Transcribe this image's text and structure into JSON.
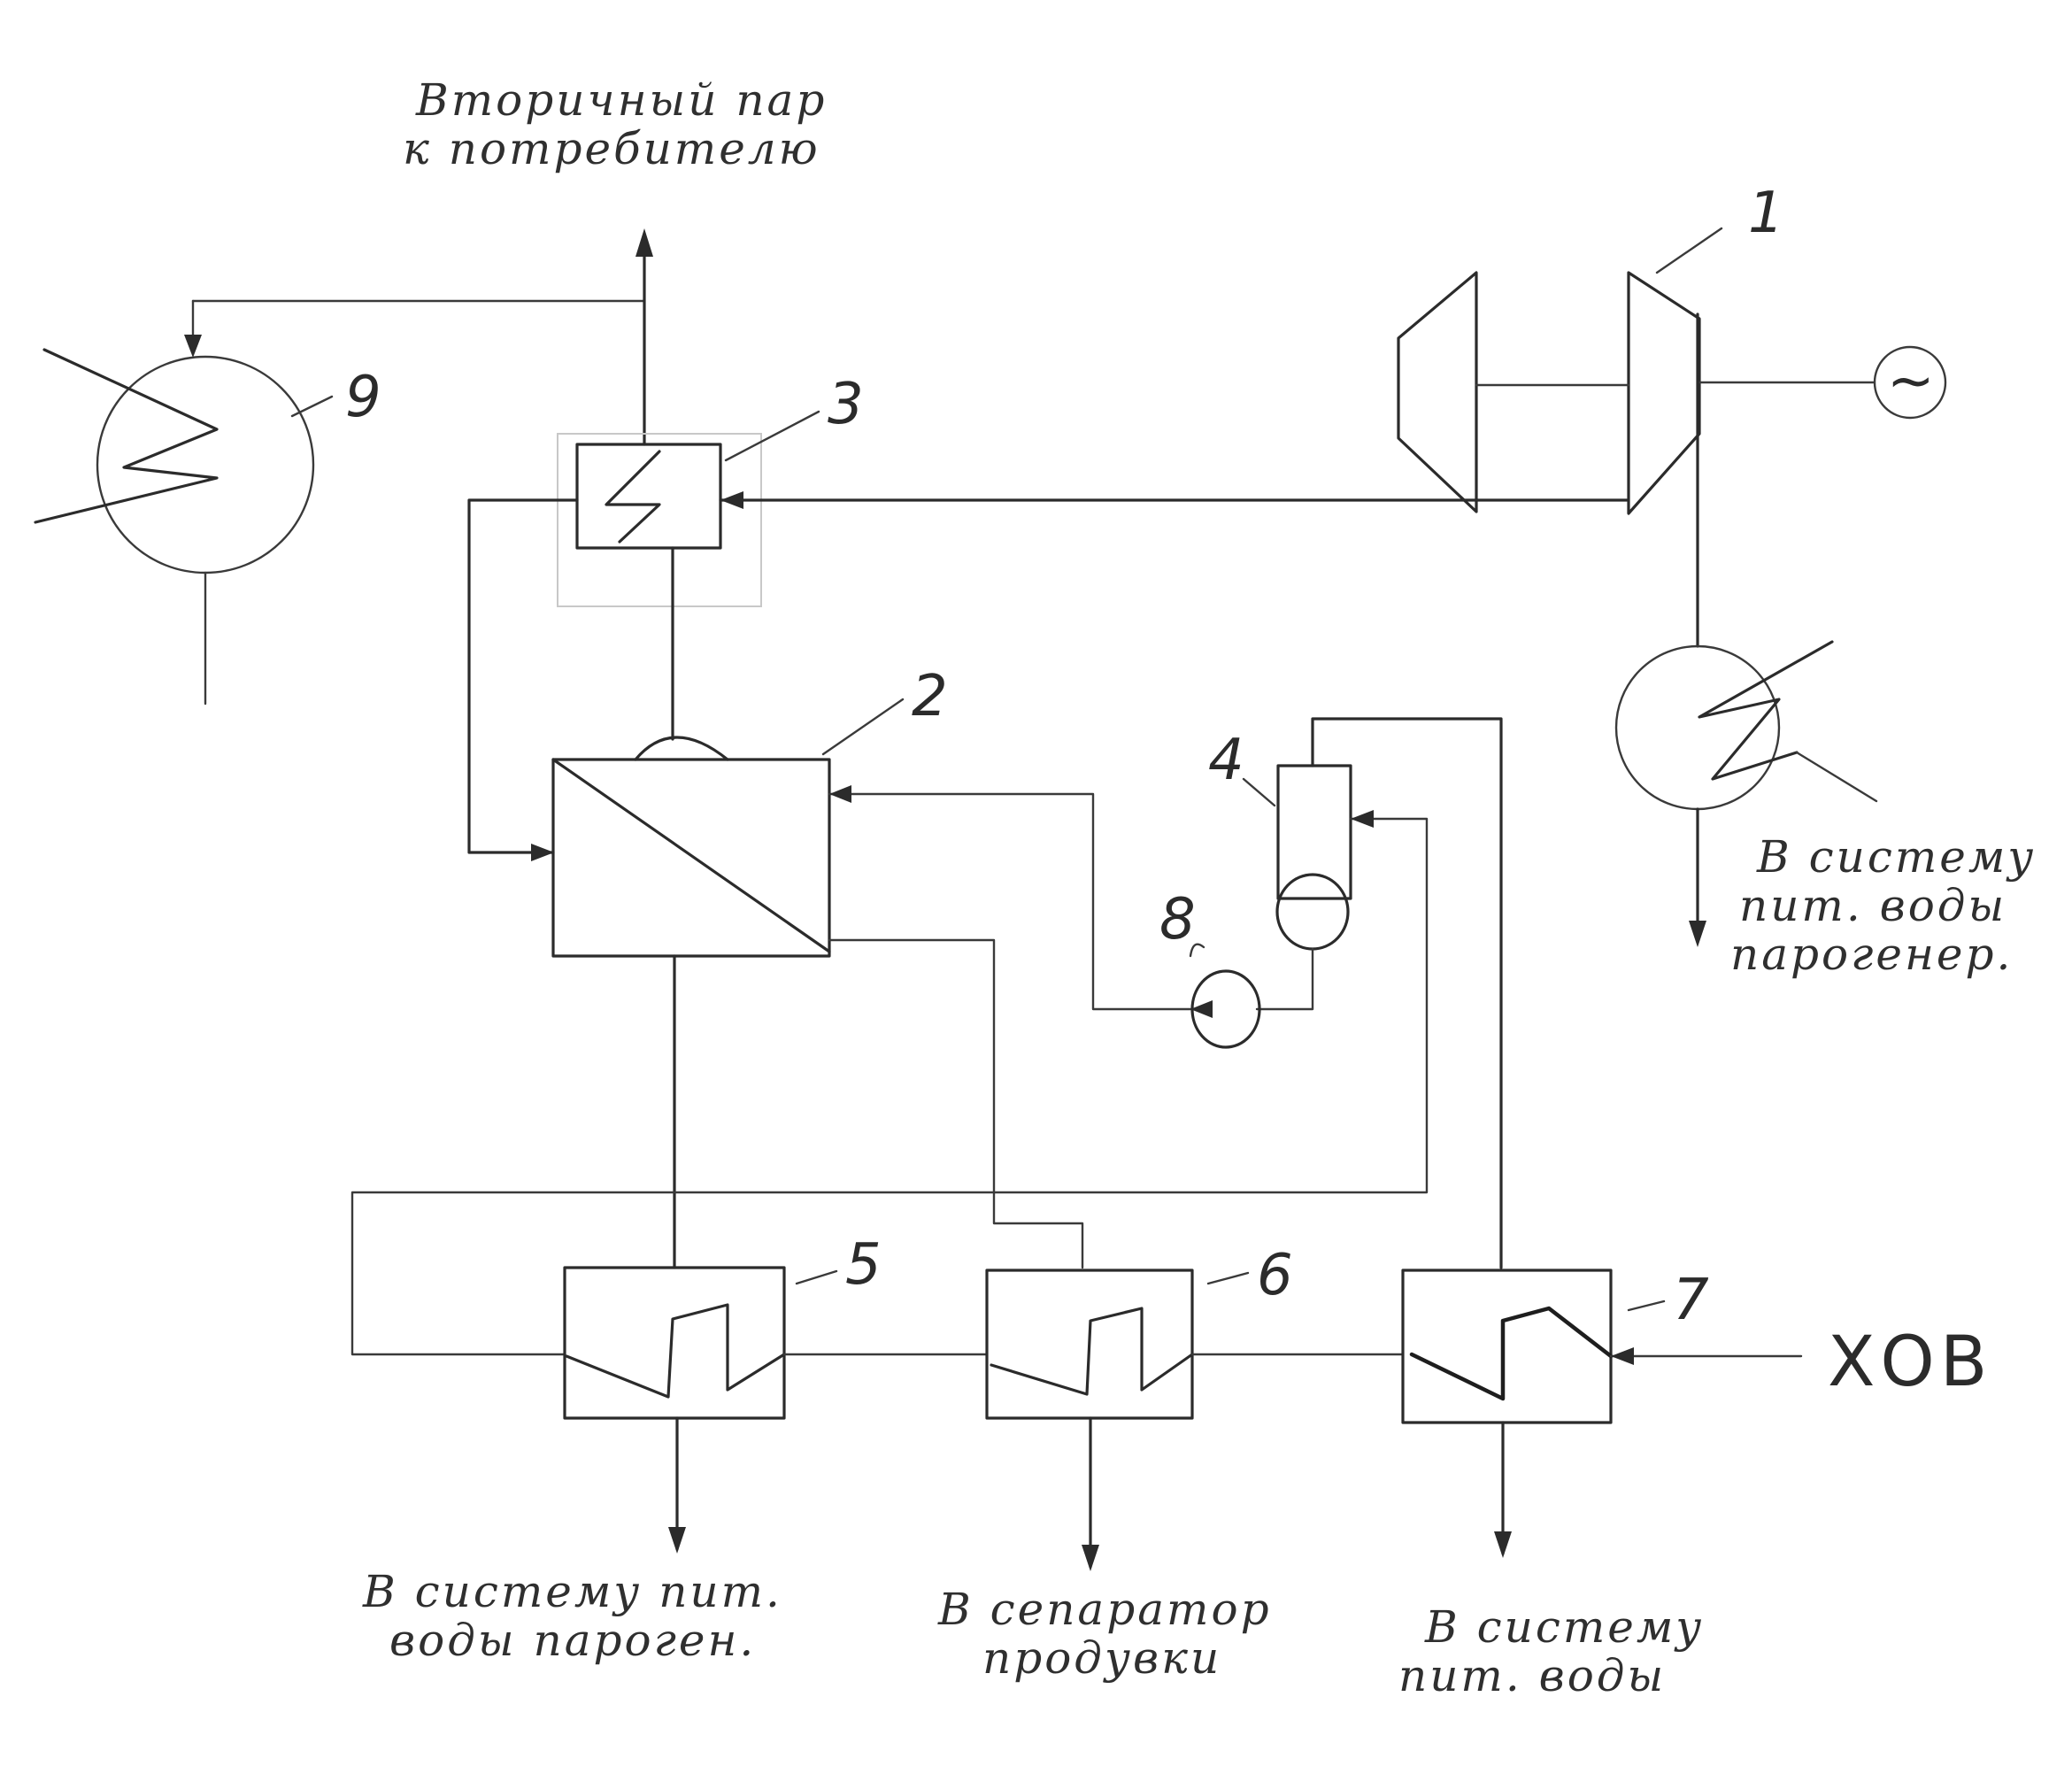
{
  "labels": {
    "top_line1": "Вторичный пар",
    "top_line2": "к потребителю",
    "right_line1": "В систему",
    "right_line2": "пит. воды",
    "right_line3": "парогенер.",
    "b5_line1": "В систему пит.",
    "b5_line2": "воды пароген.",
    "b6_line1": "В сепаратор",
    "b6_line2": "продувки",
    "b7_line1": "В систему",
    "b7_line2": "пит. воды",
    "xov": "ХОВ"
  },
  "numbers": {
    "n1": "1",
    "n2": "2",
    "n3": "3",
    "n4": "4",
    "n5": "5",
    "n6": "6",
    "n7": "7",
    "n8": "8",
    "n9": "9"
  },
  "generator_symbol": "~",
  "colors": {
    "ink": "#2b2b2b",
    "paper": "#ffffff",
    "faint": "#c8c8c8"
  }
}
